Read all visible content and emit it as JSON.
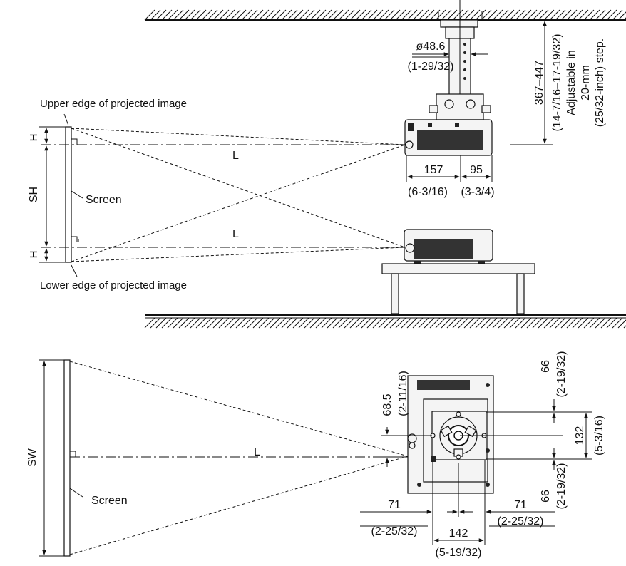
{
  "side_view": {
    "labels": {
      "upper_edge": "Upper edge of projected image",
      "lower_edge": "Lower edge of projected image",
      "screen": "Screen",
      "l_upper": "L",
      "l_lower": "L",
      "h_upper": "H",
      "h_lower": "H",
      "sh": "SH"
    },
    "dims": {
      "pipe_diameter": "ø48.6",
      "pipe_diameter_in": "(1-29/32)",
      "height_range": "367–447",
      "height_range_in": "(14-7/16–17-19/32)",
      "adjustable_1": "Adjustable in",
      "adjustable_2": "20-mm",
      "adjustable_3": "(25/32-inch) step.",
      "depth_front": "157",
      "depth_front_in": "(6-3/16)",
      "depth_rear": "95",
      "depth_rear_in": "(3-3/4)"
    }
  },
  "top_view": {
    "labels": {
      "sw": "SW",
      "screen": "Screen",
      "l": "L"
    },
    "dims": {
      "offset_685": "68.5",
      "offset_685_in": "(2-11/16)",
      "d66_top": "66",
      "d66_top_in": "(2-19/32)",
      "d132": "132",
      "d132_in": "(5-3/16)",
      "d66_bottom": "66",
      "d66_bottom_in": "(2-19/32)",
      "d71_left": "71",
      "d71_left_in": "(2-25/32)",
      "d71_right": "71",
      "d71_right_in": "(2-25/32)",
      "d142": "142",
      "d142_in": "(5-19/32)"
    }
  }
}
